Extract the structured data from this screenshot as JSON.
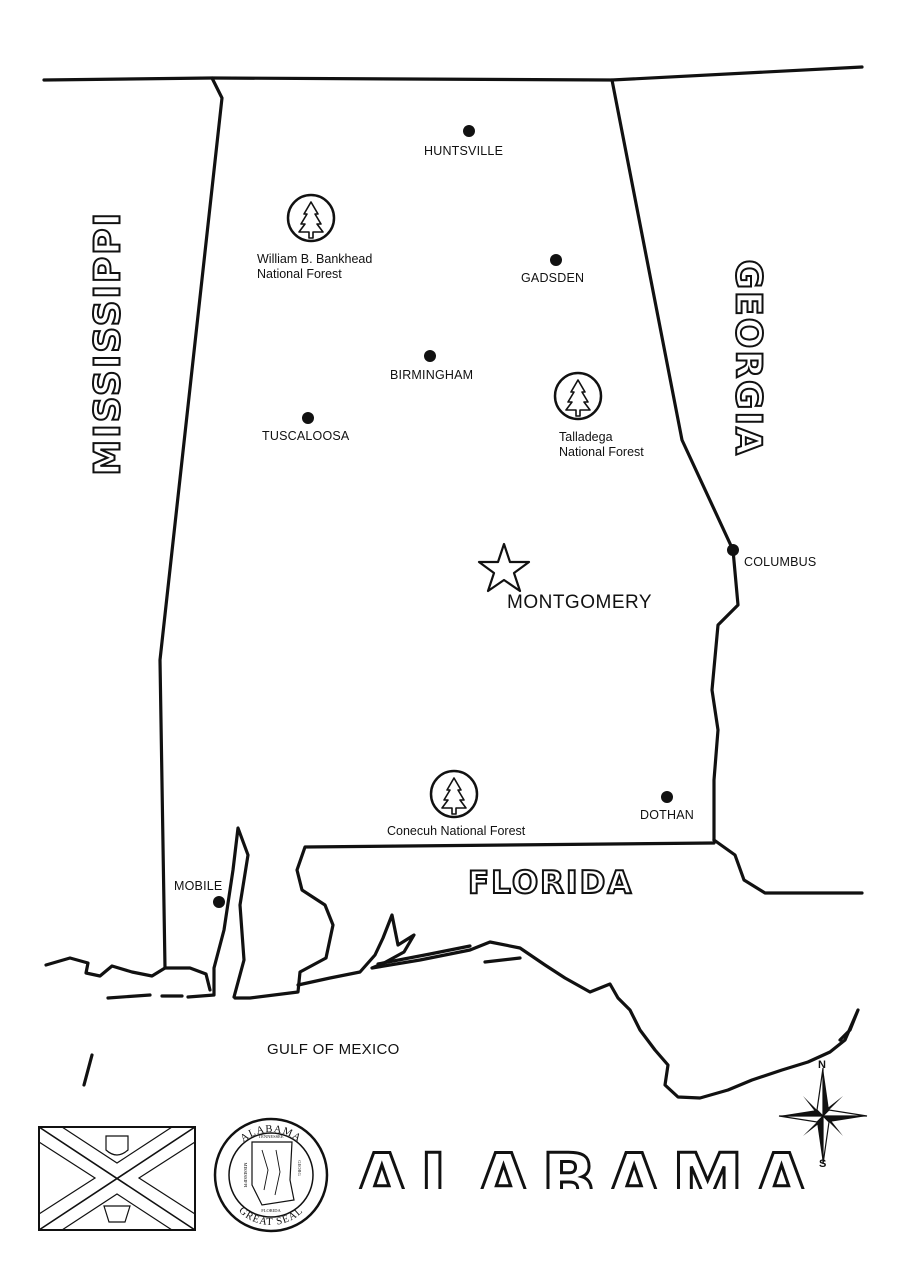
{
  "neighbors": {
    "mississippi": "MISSISSIPPI",
    "georgia": "GEORGIA",
    "florida": "FLORIDA"
  },
  "water": {
    "gulf": "GULF OF MEXICO"
  },
  "capital": {
    "name": "MONTGOMERY"
  },
  "cities": {
    "huntsville": "HUNTSVILLE",
    "gadsden": "GADSDEN",
    "birmingham": "BIRMINGHAM",
    "tuscaloosa": "TUSCALOOSA",
    "columbus": "COLUMBUS",
    "dothan": "DOTHAN",
    "mobile": "MOBILE"
  },
  "forests": {
    "bankhead": "William B. Bankhead\nNational Forest",
    "talladega": "Talladega\nNational Forest",
    "conecuh": "Conecuh National Forest"
  },
  "compass": {
    "north": "N",
    "south": "S"
  },
  "seal": {
    "top": "ALABAMA",
    "bottom": "GREAT SEAL",
    "neighbor_north": "TENNESSEE",
    "neighbor_west": "MISSISSIPPI",
    "neighbor_east": "GEORG",
    "neighbor_south": "FLORIDA"
  },
  "title": "ALABAMA",
  "icons": [
    "forest-icon",
    "capital-star-icon",
    "city-dot-icon",
    "compass-rose-icon",
    "state-flag-icon",
    "great-seal-icon"
  ]
}
